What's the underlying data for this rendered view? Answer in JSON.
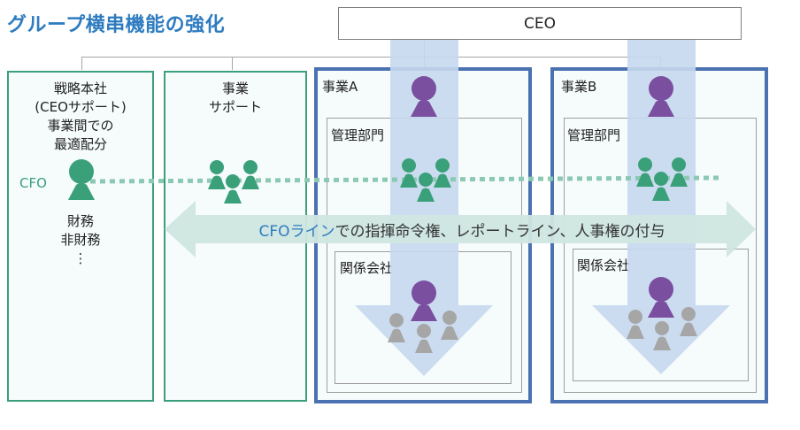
{
  "title": "グループ横串機能の強化",
  "ceo": {
    "label": "CEO"
  },
  "units": {
    "strategy": {
      "lines": [
        "戦略本社",
        "(CEOサポート)",
        "事業間での",
        "最適配分"
      ],
      "cfo_label": "CFO",
      "functions": [
        "財務",
        "非財務",
        "⋮"
      ]
    },
    "support": {
      "lines": [
        "事業",
        "サポート"
      ]
    },
    "biz_a": {
      "label": "事業A",
      "admin_label": "管理部門",
      "affiliate_label": "関係会社"
    },
    "biz_b": {
      "label": "事業B",
      "admin_label": "管理部門",
      "affiliate_label": "関係会社"
    }
  },
  "cfo_line": {
    "highlight": "CFOライン",
    "rest": "での指揮命令権、レポートライン、人事権の付与"
  },
  "colors": {
    "title": "#2e7cc0",
    "green": "#3aa07a",
    "purple": "#7b4fa0",
    "gray": "#a6a6a6",
    "frame_blue": "#4a72b0",
    "band": "#cfe6e0",
    "down_arrow": "#c7d8ee"
  },
  "icons": [
    "person-icon-green",
    "person-icon-purple",
    "person-icon-gray",
    "double-arrow",
    "down-arrow",
    "dotted-line"
  ]
}
